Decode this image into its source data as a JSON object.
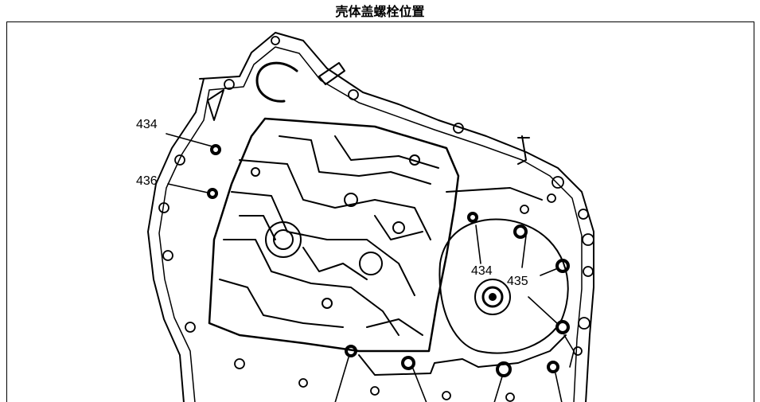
{
  "title": "壳体盖螺栓位置",
  "callouts": [
    {
      "id": "c1",
      "text": "434"
    },
    {
      "id": "c2",
      "text": "436"
    },
    {
      "id": "c3",
      "text": "434"
    },
    {
      "id": "c4",
      "text": "435"
    }
  ]
}
